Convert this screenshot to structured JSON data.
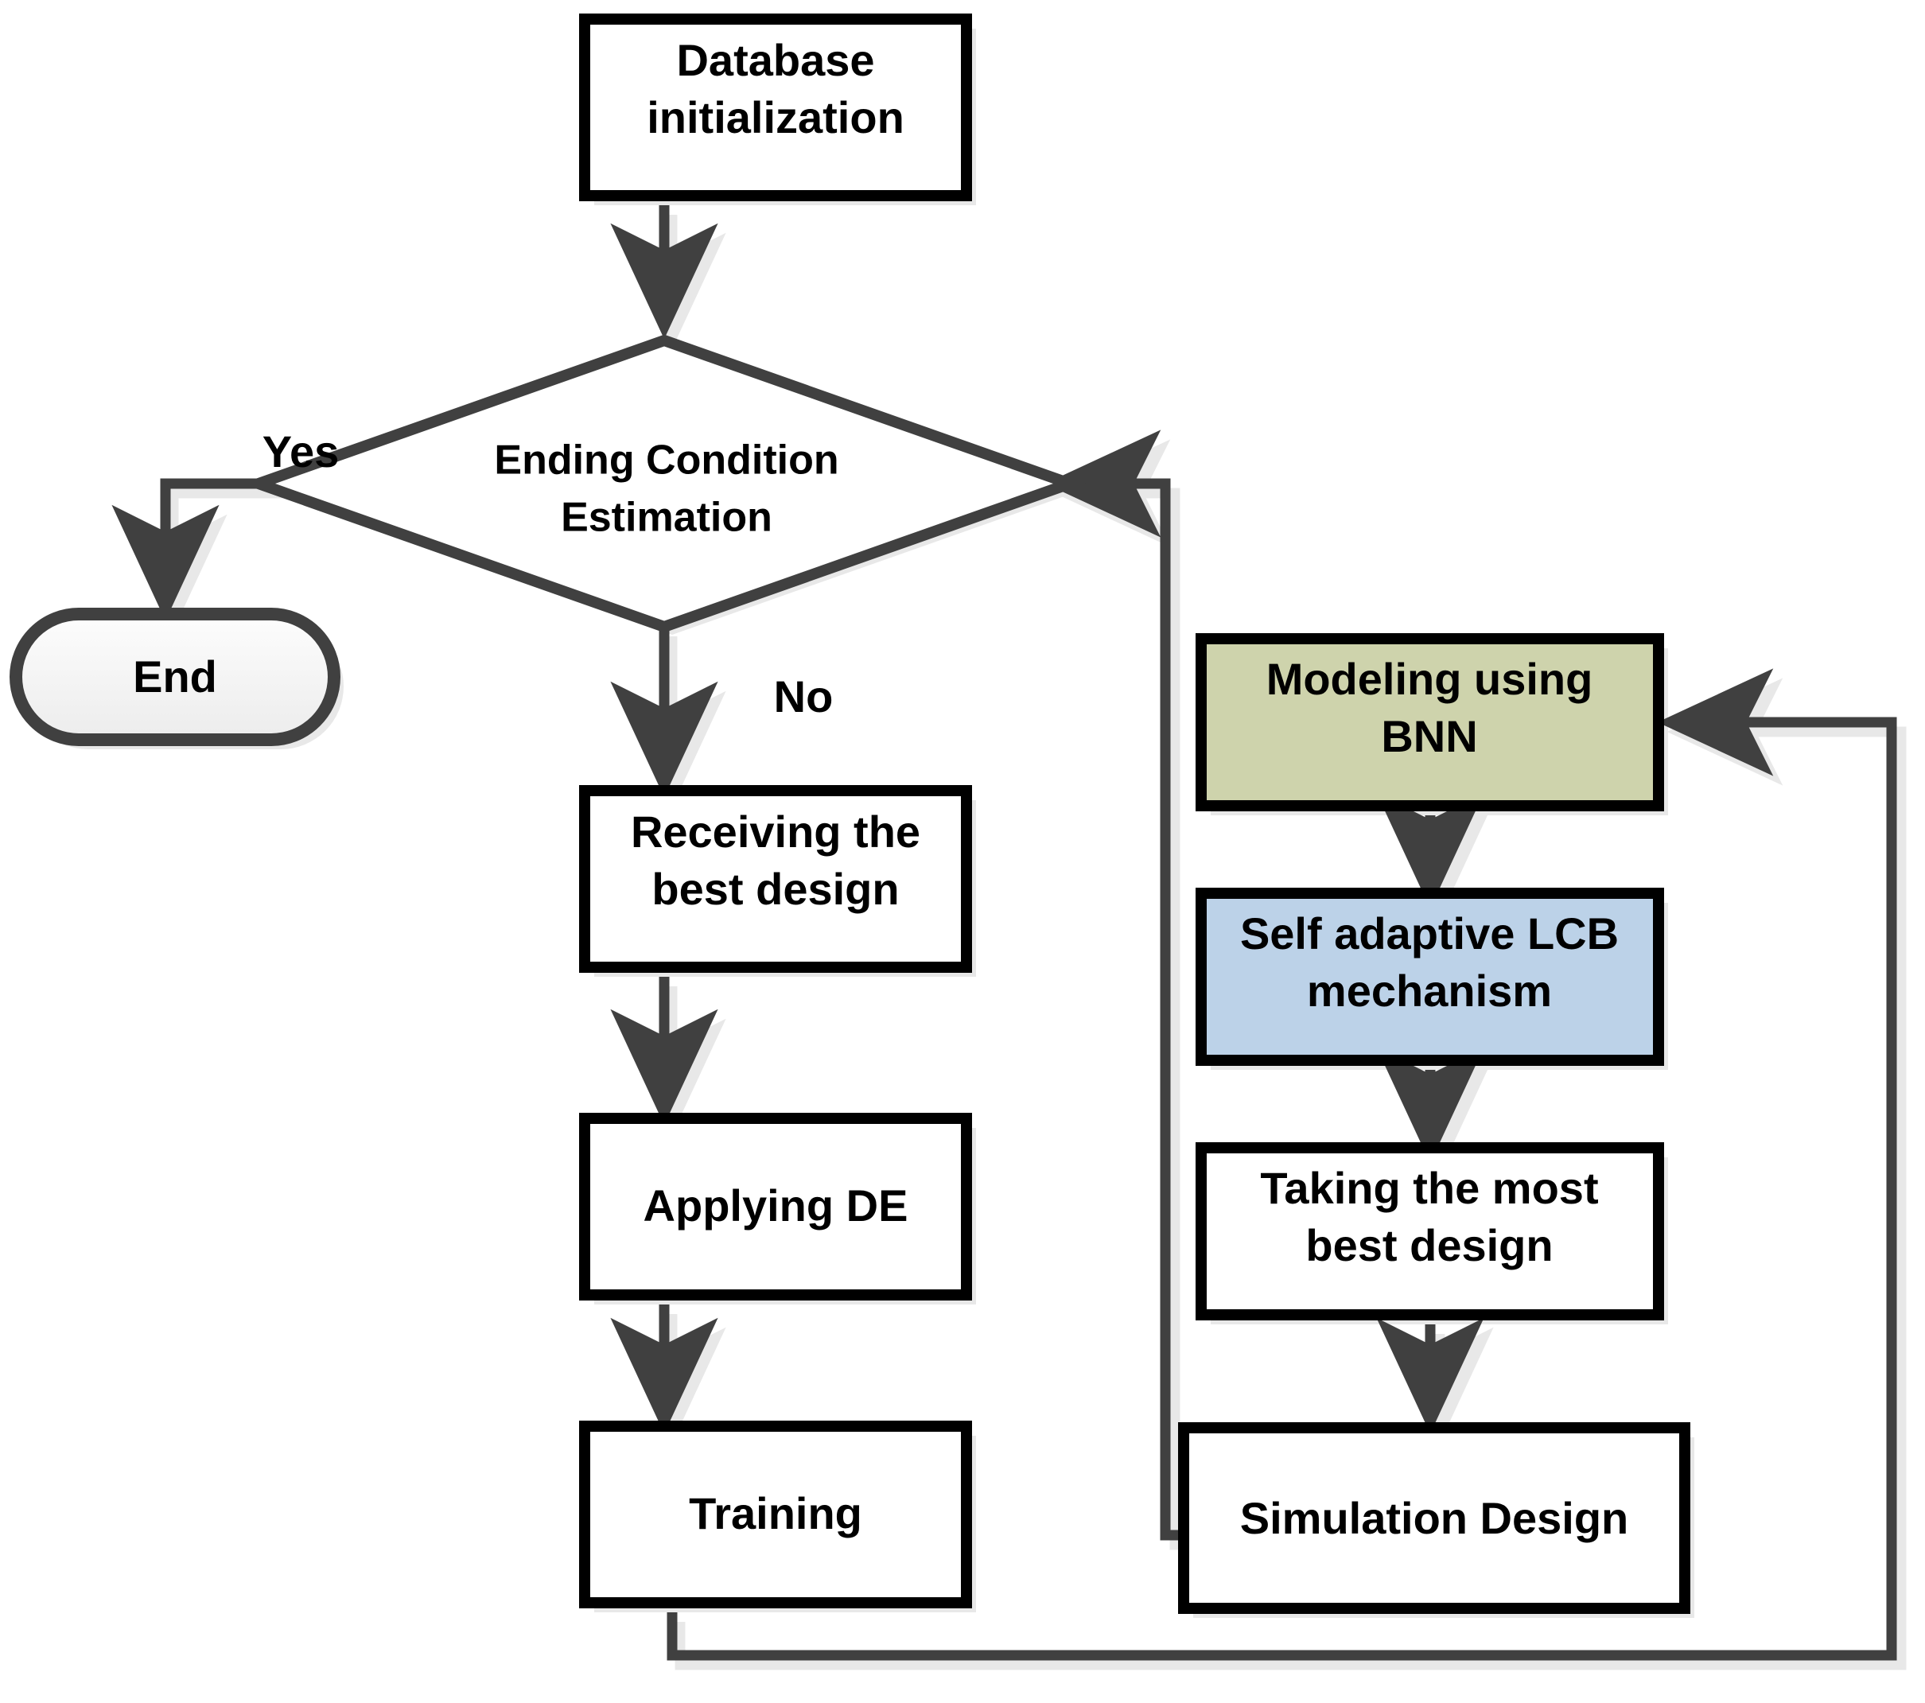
{
  "diagram": {
    "title": "Bayesian optimization design flowchart",
    "background_color": "#ffffff",
    "colors": {
      "box_border_black": "#000000",
      "connector_gray": "#404040",
      "shadow_gray": "#e8e8e8",
      "white_fill": "#ffffff",
      "green_fill": "#ced3ac",
      "blue_fill": "#bcd2e8",
      "terminator_fill": "#f4f4f4",
      "terminator_border": "#404040"
    },
    "nodes": [
      {
        "id": "database-initialization",
        "shape": "process",
        "lines": [
          "Database",
          "initialization"
        ],
        "fill": "#ffffff",
        "border": "#000000"
      },
      {
        "id": "ending-condition-estimation",
        "shape": "decision",
        "lines": [
          "Ending Condition",
          "Estimation"
        ],
        "fill": "#ffffff",
        "border": "#404040"
      },
      {
        "id": "end",
        "shape": "terminator",
        "lines": [
          "End"
        ],
        "fill": "#f4f4f4",
        "border": "#404040"
      },
      {
        "id": "receiving-the-best-design",
        "shape": "process",
        "lines": [
          "Receiving the",
          "best design"
        ],
        "fill": "#ffffff",
        "border": "#000000"
      },
      {
        "id": "applying-de",
        "shape": "process",
        "lines": [
          "Applying DE"
        ],
        "fill": "#ffffff",
        "border": "#000000"
      },
      {
        "id": "training",
        "shape": "process",
        "lines": [
          "Training"
        ],
        "fill": "#ffffff",
        "border": "#000000"
      },
      {
        "id": "modeling-using-bnn",
        "shape": "process",
        "lines": [
          "Modeling using",
          "BNN"
        ],
        "fill": "#ced3ac",
        "border": "#000000"
      },
      {
        "id": "self-adaptive-lcb-mechanism",
        "shape": "process",
        "lines": [
          "Self adaptive LCB",
          "mechanism"
        ],
        "fill": "#bcd2e8",
        "border": "#000000"
      },
      {
        "id": "taking-the-most-best-design",
        "shape": "process",
        "lines": [
          "Taking the most",
          "best design"
        ],
        "fill": "#ffffff",
        "border": "#000000"
      },
      {
        "id": "simulation-design",
        "shape": "process",
        "lines": [
          "Simulation Design"
        ],
        "fill": "#ffffff",
        "border": "#000000"
      }
    ],
    "edge_labels": {
      "yes": "Yes",
      "no": "No"
    },
    "edges": [
      {
        "from": "database-initialization",
        "to": "ending-condition-estimation",
        "label": ""
      },
      {
        "from": "ending-condition-estimation",
        "to": "end",
        "label": "Yes"
      },
      {
        "from": "ending-condition-estimation",
        "to": "receiving-the-best-design",
        "label": "No"
      },
      {
        "from": "receiving-the-best-design",
        "to": "applying-de",
        "label": ""
      },
      {
        "from": "applying-de",
        "to": "training",
        "label": ""
      },
      {
        "from": "training",
        "to": "modeling-using-bnn",
        "label": ""
      },
      {
        "from": "modeling-using-bnn",
        "to": "self-adaptive-lcb-mechanism",
        "label": ""
      },
      {
        "from": "self-adaptive-lcb-mechanism",
        "to": "taking-the-most-best-design",
        "label": ""
      },
      {
        "from": "taking-the-most-best-design",
        "to": "simulation-design",
        "label": ""
      },
      {
        "from": "simulation-design",
        "to": "ending-condition-estimation",
        "label": ""
      }
    ]
  },
  "text": {
    "n0_l0": "Database",
    "n0_l1": "initialization",
    "n1_l0": "Ending Condition",
    "n1_l1": "Estimation",
    "n2_l0": "End",
    "n3_l0": "Receiving the",
    "n3_l1": "best design",
    "n4_l0": "Applying DE",
    "n5_l0": "Training",
    "n6_l0": "Modeling using",
    "n6_l1": "BNN",
    "n7_l0": "Self adaptive LCB",
    "n7_l1": "mechanism",
    "n8_l0": "Taking the most",
    "n8_l1": "best design",
    "n9_l0": "Simulation Design",
    "yes": "Yes",
    "no": "No"
  }
}
